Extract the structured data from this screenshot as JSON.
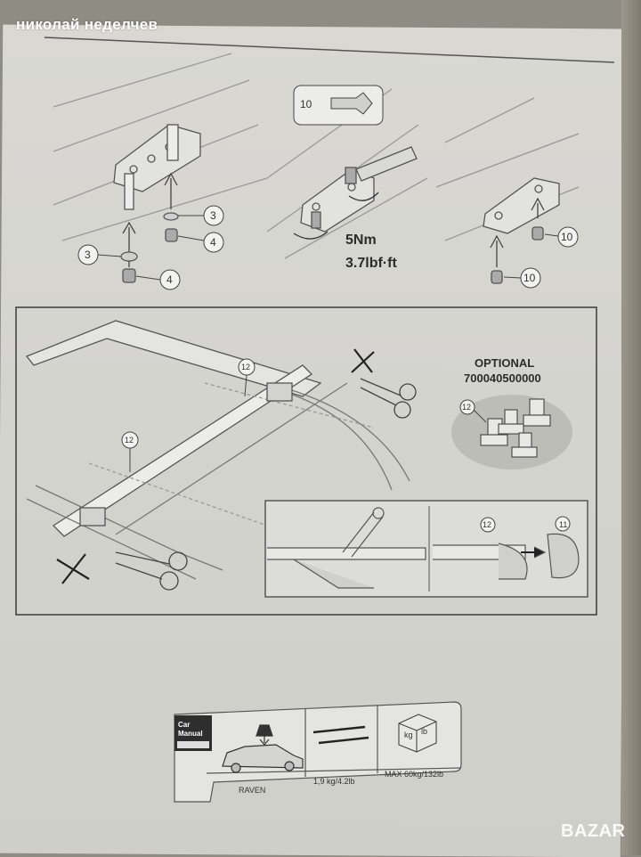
{
  "watermark": {
    "author": "николай неделчев"
  },
  "step_top": {
    "callouts": [
      "3",
      "4",
      "3",
      "4",
      "10",
      "10"
    ],
    "wrench_size": "10",
    "torque_nm": "5Nm",
    "torque_lbf": "3.7lbf·ft"
  },
  "step_middle": {
    "optional_title": "OPTIONAL",
    "optional_part": "700040500000",
    "callouts": [
      "12",
      "12",
      "12",
      "12",
      "11"
    ]
  },
  "vehicle_panel": {
    "badge_line1": "Car",
    "badge_line2": "Manual",
    "car_name": "RAVEN",
    "bar_weight": "1,9 kg/4.2lb",
    "max_load": "MAX 60kg/132lb",
    "box_units_kg": "kg",
    "box_units_lb": "lb"
  },
  "site_logo": {
    "text": "BAZAR"
  },
  "colors": {
    "paper": "#d6d5d0",
    "ink": "#3a3a3a",
    "shade": "#b8b8b4"
  }
}
